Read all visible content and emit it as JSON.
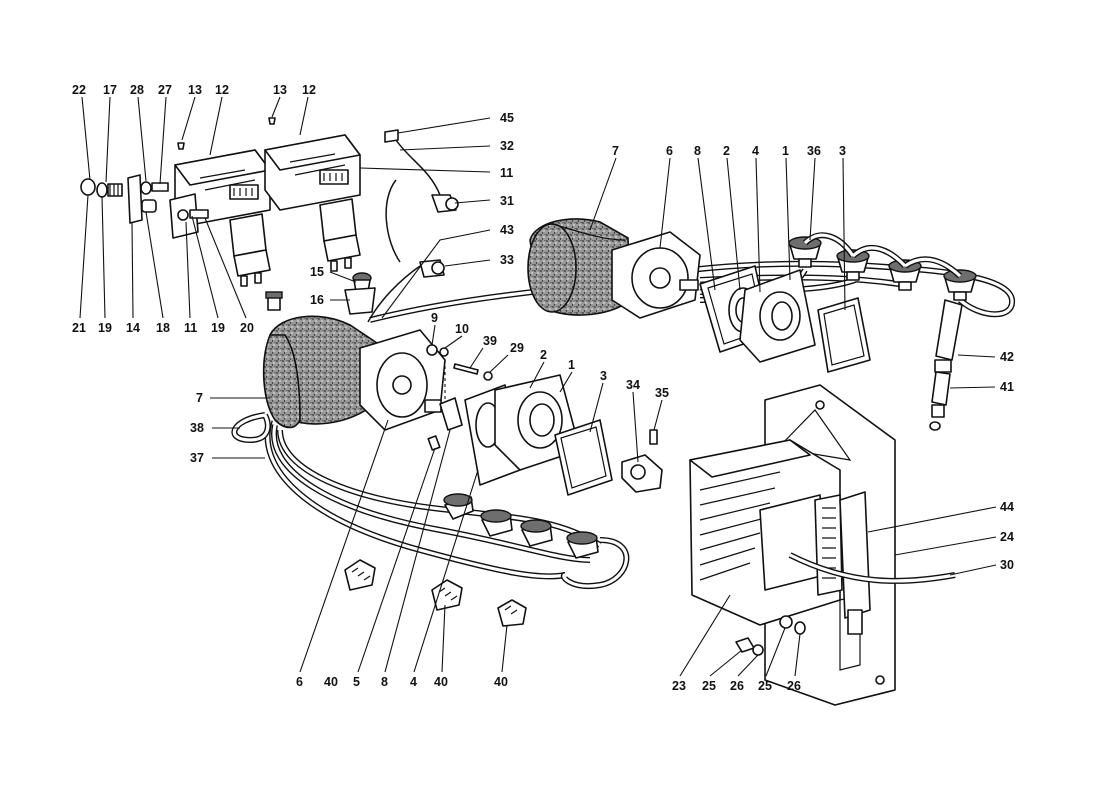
{
  "diagram": {
    "callouts": [
      {
        "id": "c01",
        "text": "22"
      },
      {
        "id": "c02",
        "text": "17"
      },
      {
        "id": "c03",
        "text": "28"
      },
      {
        "id": "c04",
        "text": "27"
      },
      {
        "id": "c05",
        "text": "13"
      },
      {
        "id": "c06",
        "text": "12"
      },
      {
        "id": "c07",
        "text": "13"
      },
      {
        "id": "c08",
        "text": "12"
      },
      {
        "id": "c09",
        "text": "45"
      },
      {
        "id": "c10",
        "text": "32"
      },
      {
        "id": "c11",
        "text": "11"
      },
      {
        "id": "c12",
        "text": "31"
      },
      {
        "id": "c13",
        "text": "43"
      },
      {
        "id": "c14",
        "text": "33"
      },
      {
        "id": "c15",
        "text": "15"
      },
      {
        "id": "c16",
        "text": "16"
      },
      {
        "id": "c17",
        "text": "21"
      },
      {
        "id": "c18",
        "text": "19"
      },
      {
        "id": "c19",
        "text": "14"
      },
      {
        "id": "c20",
        "text": "18"
      },
      {
        "id": "c21",
        "text": "11"
      },
      {
        "id": "c22",
        "text": "19"
      },
      {
        "id": "c23",
        "text": "20"
      },
      {
        "id": "c24",
        "text": "7"
      },
      {
        "id": "c25",
        "text": "6"
      },
      {
        "id": "c26",
        "text": "8"
      },
      {
        "id": "c27",
        "text": "2"
      },
      {
        "id": "c28",
        "text": "4"
      },
      {
        "id": "c29",
        "text": "1"
      },
      {
        "id": "c30",
        "text": "36"
      },
      {
        "id": "c31",
        "text": "3"
      },
      {
        "id": "c32",
        "text": "42"
      },
      {
        "id": "c33",
        "text": "41"
      },
      {
        "id": "c34",
        "text": "9"
      },
      {
        "id": "c35",
        "text": "10"
      },
      {
        "id": "c36",
        "text": "39"
      },
      {
        "id": "c37",
        "text": "29"
      },
      {
        "id": "c38",
        "text": "2"
      },
      {
        "id": "c39",
        "text": "1"
      },
      {
        "id": "c40",
        "text": "3"
      },
      {
        "id": "c41",
        "text": "34"
      },
      {
        "id": "c42",
        "text": "35"
      },
      {
        "id": "c43",
        "text": "7"
      },
      {
        "id": "c44",
        "text": "38"
      },
      {
        "id": "c45",
        "text": "37"
      },
      {
        "id": "c46",
        "text": "44"
      },
      {
        "id": "c47",
        "text": "24"
      },
      {
        "id": "c48",
        "text": "30"
      },
      {
        "id": "c49",
        "text": "6"
      },
      {
        "id": "c50",
        "text": "40"
      },
      {
        "id": "c51",
        "text": "5"
      },
      {
        "id": "c52",
        "text": "8"
      },
      {
        "id": "c53",
        "text": "4"
      },
      {
        "id": "c54",
        "text": "40"
      },
      {
        "id": "c55",
        "text": "40"
      },
      {
        "id": "c56",
        "text": "23"
      },
      {
        "id": "c57",
        "text": "25"
      },
      {
        "id": "c58",
        "text": "26"
      },
      {
        "id": "c59",
        "text": "25"
      },
      {
        "id": "c60",
        "text": "26"
      }
    ]
  }
}
